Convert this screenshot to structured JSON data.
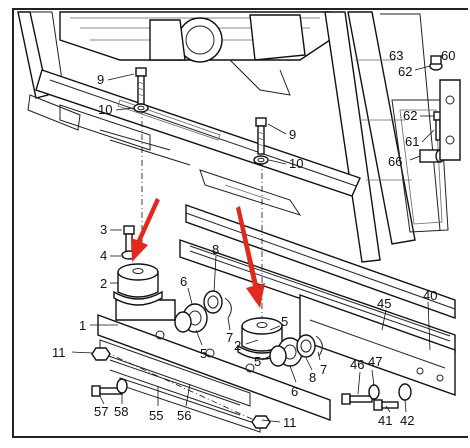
{
  "labels": {
    "p1": "1",
    "p2a": "2",
    "p2b": "2",
    "p3": "3",
    "p4": "4",
    "p5a": "5",
    "p5b": "5",
    "p5c": "5",
    "p6a": "6",
    "p6b": "6",
    "p7a": "7",
    "p7b": "7",
    "p8a": "8",
    "p8b": "8",
    "p9a": "9",
    "p9b": "9",
    "p10a": "10",
    "p10b": "10",
    "p11a": "11",
    "p11b": "11",
    "p40": "40",
    "p41": "41",
    "p42": "42",
    "p45": "45",
    "p46": "46",
    "p47": "47",
    "p55": "55",
    "p56": "56",
    "p57": "57",
    "p58": "58",
    "p60": "60",
    "p61": "61",
    "p62a": "62",
    "p62b": "62",
    "p63": "63",
    "p66": "66"
  },
  "colors": {
    "arrow": "#e12a1d",
    "line": "#111111",
    "paper": "#ffffff"
  }
}
